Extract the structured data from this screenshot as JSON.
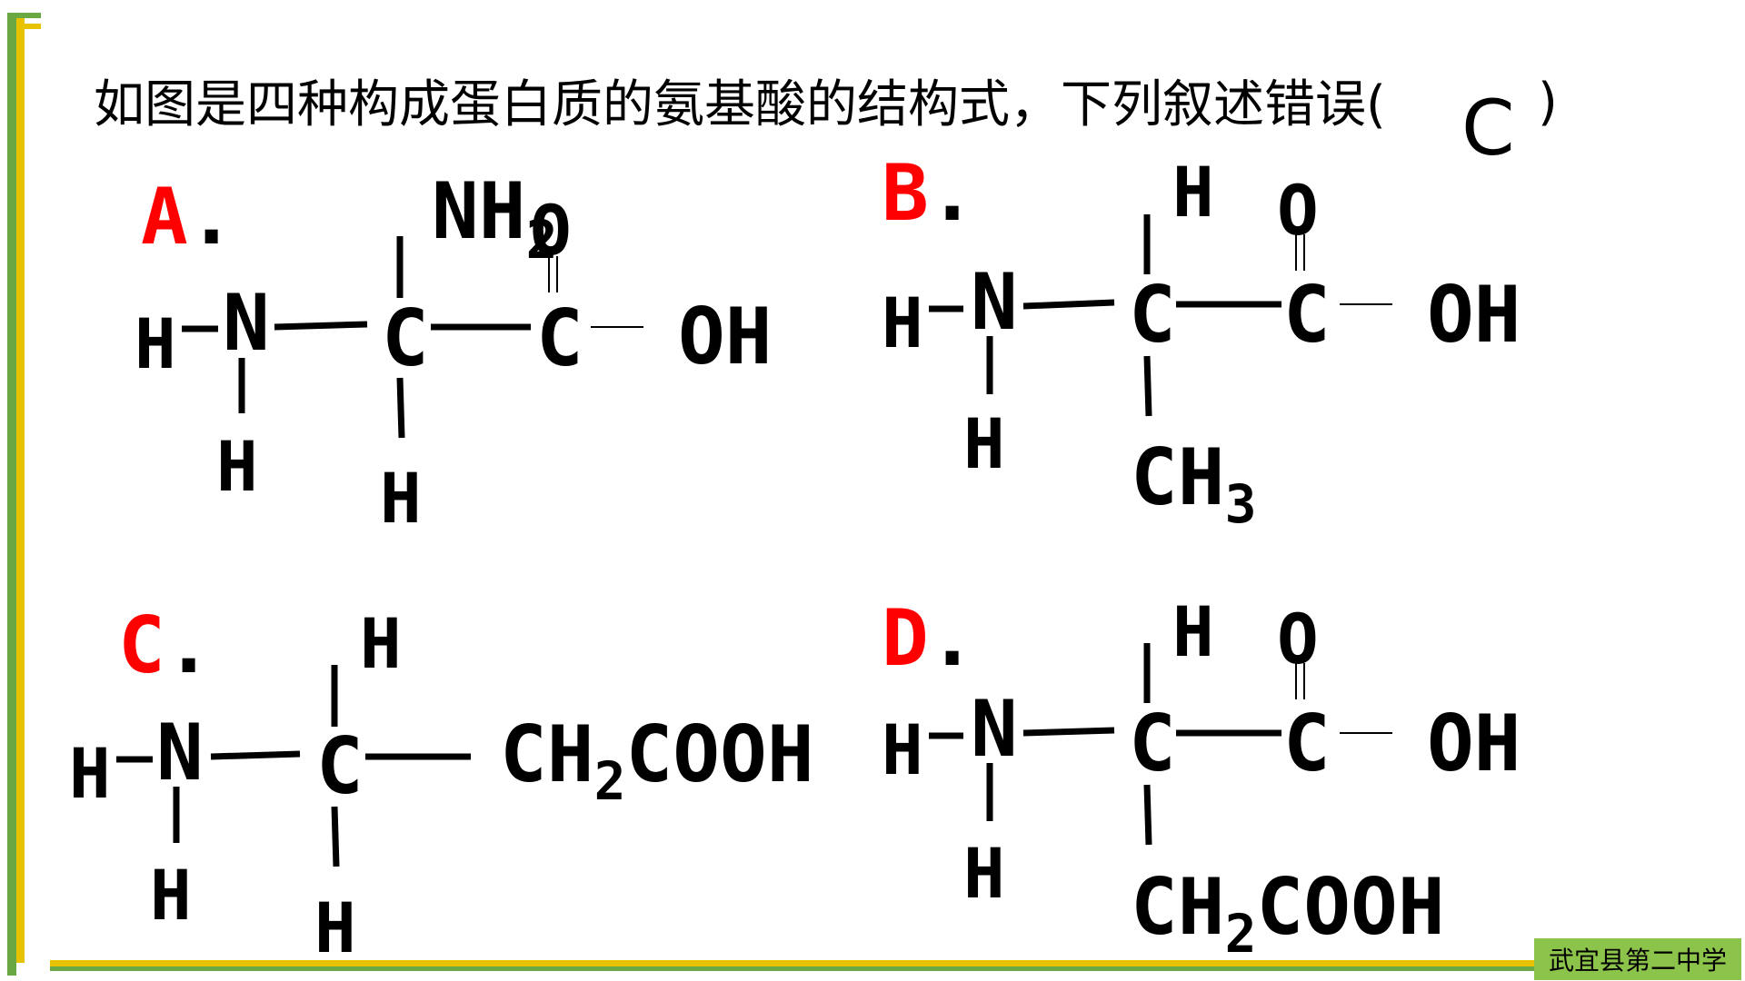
{
  "question": {
    "text": "如图是四种构成蛋白质的氨基酸的结构式，下列叙述错误",
    "open_paren": "(",
    "answer": "C",
    "close_paren": ")"
  },
  "options": {
    "A": {
      "label": "A",
      "dot": ".",
      "atoms": {
        "h_left": "H",
        "n": "N",
        "h_below_n": "H",
        "c1": "C",
        "nh2": "NH",
        "nh2_sub": "2",
        "c1_h_below": "H",
        "c2": "C",
        "o_top": "O",
        "oh": "OH"
      }
    },
    "B": {
      "label": "B",
      "dot": ".",
      "atoms": {
        "h_left": "H",
        "n": "N",
        "h_below_n": "H",
        "c1": "C",
        "c1_h_top": "H",
        "ch3": "CH",
        "ch3_sub": "3",
        "c2": "C",
        "o_top": "O",
        "oh": "OH"
      }
    },
    "C": {
      "label": "C",
      "dot": ".",
      "atoms": {
        "h_left": "H",
        "n": "N",
        "h_below_n": "H",
        "c1": "C",
        "c1_h_top": "H",
        "c1_h_below": "H",
        "r_a": "CH",
        "r_sub": "2",
        "r_b": "COOH"
      }
    },
    "D": {
      "label": "D",
      "dot": ".",
      "atoms": {
        "h_left": "H",
        "n": "N",
        "h_below_n": "H",
        "c1": "C",
        "c1_h_top": "H",
        "c2": "C",
        "o_top": "O",
        "oh": "OH",
        "r_a": "CH",
        "r_sub": "2",
        "r_b": "COOH"
      }
    }
  },
  "footer": {
    "school": "武宜县第二中学"
  },
  "colors": {
    "label_red": "#ff0000",
    "frame_green": "#6aa843",
    "frame_gold": "#e6c200",
    "badge_green": "#8cc34a"
  }
}
